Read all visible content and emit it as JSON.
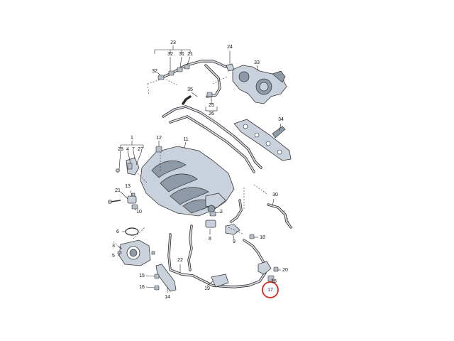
{
  "colors": {
    "line": "#222222",
    "part_fill": "#c9d2dc",
    "part_dark": "#8e9aa8",
    "highlight_circle": "#d9261c"
  },
  "labels": {
    "l23": "23",
    "l32a": "32",
    "l32b": "32",
    "l31": "31",
    "l21a": "21",
    "l24": "24",
    "l33": "33",
    "l35": "35",
    "l25": "25",
    "l26": "26",
    "l34": "34",
    "l1": "1",
    "l28": "28",
    "l4": "4",
    "l7": "7",
    "l27": "27",
    "l12": "12",
    "l11": "11",
    "l21b": "21",
    "l13": "13",
    "l10": "10",
    "l30": "30",
    "l2": "2",
    "l8": "8",
    "l9": "9",
    "l6": "6",
    "l3": "3",
    "l5": "5",
    "l22": "22",
    "l18a": "18",
    "l20": "20",
    "l18b": "18",
    "l15": "15",
    "l19": "19",
    "l16": "16",
    "l14": "14",
    "l17": "17"
  },
  "highlighted_part": "17"
}
